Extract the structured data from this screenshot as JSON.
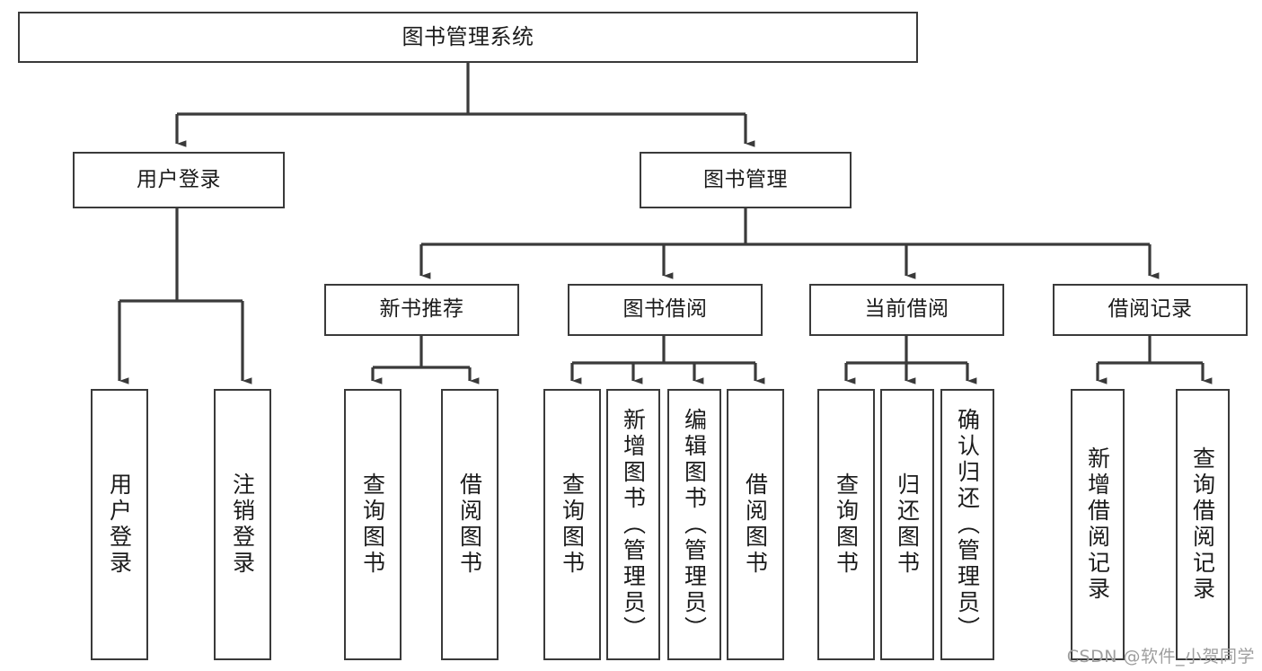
{
  "diagram": {
    "type": "hierarchy-tree",
    "title": "图书管理系统",
    "watermark": "CSDN @软件_小贺同学",
    "colors": {
      "box_border": "#3a3a3a",
      "connector": "#3a3a3a",
      "background": "#ffffff",
      "text": "#1b1b1b",
      "watermark": "#9e9e9e"
    },
    "nodes": {
      "root": {
        "label": "图书管理系统"
      },
      "level2": [
        {
          "label": "用户登录"
        },
        {
          "label": "图书管理"
        }
      ],
      "level3": [
        {
          "label": "新书推荐"
        },
        {
          "label": "图书借阅"
        },
        {
          "label": "当前借阅"
        },
        {
          "label": "借阅记录"
        }
      ],
      "leaves_user_login": [
        {
          "label": "用户登录"
        },
        {
          "label": "注销登录"
        }
      ],
      "leaves_new_book": [
        {
          "label": "查询图书"
        },
        {
          "label": "借阅图书"
        }
      ],
      "leaves_borrow": [
        {
          "label": "查询图书"
        },
        {
          "label": "新增图书（管理员）"
        },
        {
          "label": "编辑图书（管理员）"
        },
        {
          "label": "借阅图书"
        }
      ],
      "leaves_current": [
        {
          "label": "查询图书"
        },
        {
          "label": "归还图书"
        },
        {
          "label": "确认归还（管理员）"
        }
      ],
      "leaves_records": [
        {
          "label": "新增借阅记录"
        },
        {
          "label": "查询借阅记录"
        }
      ]
    }
  }
}
